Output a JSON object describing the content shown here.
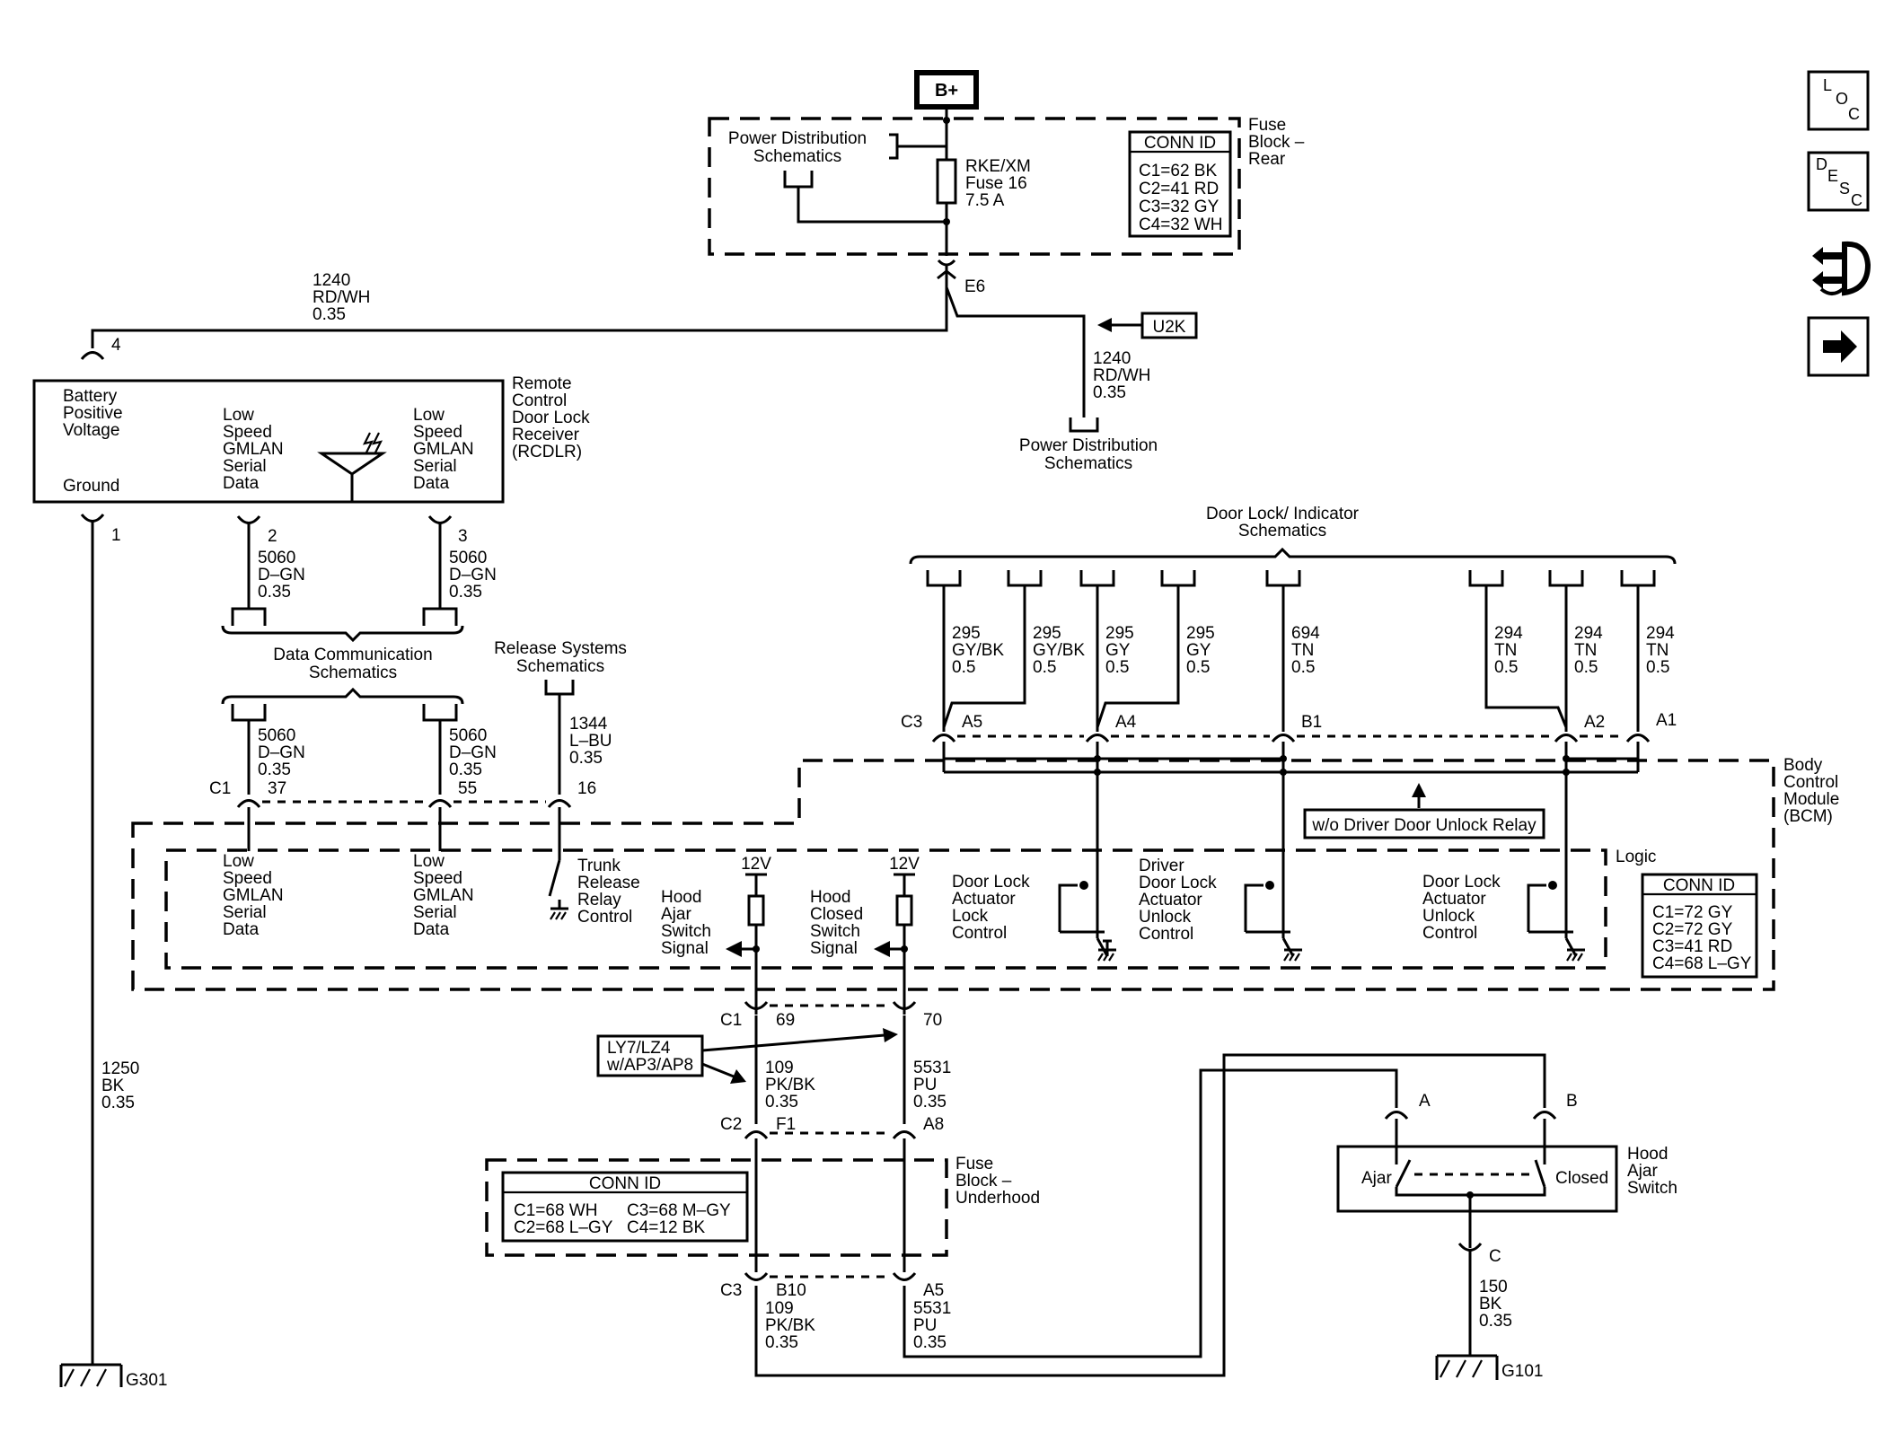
{
  "power_source": "B+",
  "fuse_block_rear": {
    "title": [
      "Fuse",
      "Block –",
      "Rear"
    ],
    "power_dist_ref": [
      "Power Distribution",
      "Schematics"
    ],
    "fuse": [
      "RKE/XM",
      "Fuse 16",
      "7.5 A"
    ],
    "conn_id": {
      "title": "CONN ID",
      "rows": [
        "C1=62 BK",
        "C2=41 RD",
        "C3=32 GY",
        "C4=32 WH"
      ]
    },
    "connector": "E6"
  },
  "wire_1240_left": {
    "circuit": "1240",
    "color": "RD/WH",
    "size": "0.35"
  },
  "wire_1240_right": {
    "circuit": "1240",
    "color": "RD/WH",
    "size": "0.35"
  },
  "option_u2k": "U2K",
  "power_dist_ref_2": [
    "Power Distribution",
    "Schematics"
  ],
  "rcdlr": {
    "title": [
      "Remote",
      "Control",
      "Door Lock",
      "Receiver",
      "(RCDLR)"
    ],
    "battery": [
      "Battery",
      "Positive",
      "Voltage"
    ],
    "ground": "Ground",
    "gmlan_1": [
      "Low",
      "Speed",
      "GMLAN",
      "Serial",
      "Data"
    ],
    "gmlan_2": [
      "Low",
      "Speed",
      "GMLAN",
      "Serial",
      "Data"
    ],
    "pins": {
      "batt": "4",
      "gnd": "1",
      "data1": "2",
      "data2": "3"
    }
  },
  "wire_5060_top_1": {
    "circuit": "5060",
    "color": "D–GN",
    "size": "0.35"
  },
  "wire_5060_top_2": {
    "circuit": "5060",
    "color": "D–GN",
    "size": "0.35"
  },
  "data_comm_ref": [
    "Data Communication",
    "Schematics"
  ],
  "release_sys_ref": [
    "Release Systems",
    "Schematics"
  ],
  "wire_5060_bot_1": {
    "circuit": "5060",
    "color": "D–GN",
    "size": "0.35",
    "pin": "37"
  },
  "wire_5060_bot_2": {
    "circuit": "5060",
    "color": "D–GN",
    "size": "0.35",
    "pin": "55"
  },
  "wire_1344": {
    "circuit": "1344",
    "color": "L–BU",
    "size": "0.35",
    "pin": "16"
  },
  "wire_1250": {
    "circuit": "1250",
    "color": "BK",
    "size": "0.35"
  },
  "ground_g301": "G301",
  "door_lock_ref": [
    "Door Lock/ Indicator",
    "Schematics"
  ],
  "door_wires": [
    {
      "circuit": "295",
      "color": "GY/BK",
      "size": "0.5"
    },
    {
      "circuit": "295",
      "color": "GY/BK",
      "size": "0.5"
    },
    {
      "circuit": "295",
      "color": "GY",
      "size": "0.5"
    },
    {
      "circuit": "295",
      "color": "GY",
      "size": "0.5"
    },
    {
      "circuit": "694",
      "color": "TN",
      "size": "0.5"
    },
    {
      "circuit": "294",
      "color": "TN",
      "size": "0.5"
    },
    {
      "circuit": "294",
      "color": "TN",
      "size": "0.5"
    },
    {
      "circuit": "294",
      "color": "TN",
      "size": "0.5"
    }
  ],
  "bcm_pins": {
    "c3": "C3",
    "a5": "A5",
    "a4": "A4",
    "b1": "B1",
    "a2": "A2",
    "a1": "A1"
  },
  "bcm": {
    "title": [
      "Body",
      "Control",
      "Module",
      "(BCM)"
    ],
    "logic": "Logic",
    "option_note": "w/o Driver Door Unlock Relay",
    "conn_id": {
      "title": "CONN ID",
      "rows": [
        "C1=72 GY",
        "C2=72 GY",
        "C3=41 RD",
        "C4=68 L–GY"
      ]
    },
    "gmlan_1": [
      "Low",
      "Speed",
      "GMLAN",
      "Serial",
      "Data"
    ],
    "gmlan_2": [
      "Low",
      "Speed",
      "GMLAN",
      "Serial",
      "Data"
    ],
    "trunk": [
      "Trunk",
      "Release",
      "Relay",
      "Control"
    ],
    "hood_ajar": [
      "Hood",
      "Ajar",
      "Switch",
      "Signal"
    ],
    "hood_closed": [
      "Hood",
      "Closed",
      "Switch",
      "Signal"
    ],
    "v12": "12V",
    "lock_ctrl": [
      "Door Lock",
      "Actuator",
      "Lock",
      "Control"
    ],
    "driver_unlock": [
      "Driver",
      "Door Lock",
      "Actuator",
      "Unlock",
      "Control"
    ],
    "unlock_ctrl": [
      "Door Lock",
      "Actuator",
      "Unlock",
      "Control"
    ],
    "c1": "C1"
  },
  "hood_pins": {
    "c1": "C1",
    "p69": "69",
    "p70": "70",
    "c2": "C2",
    "f1": "F1",
    "a8": "A8",
    "c3": "C3",
    "b10": "B10",
    "a5": "A5"
  },
  "option_ly7": [
    "LY7/LZ4",
    "w/AP3/AP8"
  ],
  "wire_109_a": {
    "circuit": "109",
    "color": "PK/BK",
    "size": "0.35"
  },
  "wire_5531_a": {
    "circuit": "5531",
    "color": "PU",
    "size": "0.35"
  },
  "wire_109_b": {
    "circuit": "109",
    "color": "PK/BK",
    "size": "0.35"
  },
  "wire_5531_b": {
    "circuit": "5531",
    "color": "PU",
    "size": "0.35"
  },
  "fuse_block_underhood": {
    "title": [
      "Fuse",
      "Block –",
      "Underhood"
    ],
    "conn_id": {
      "title": "CONN ID",
      "rows": [
        "C1=68 WH",
        "C3=68 M–GY",
        "C2=68 L–GY",
        "C4=12 BK"
      ]
    }
  },
  "hood_switch": {
    "title": [
      "Hood",
      "Ajar",
      "Switch"
    ],
    "ajar": "Ajar",
    "closed": "Closed",
    "pins": {
      "a": "A",
      "b": "B",
      "c": "C"
    }
  },
  "wire_150": {
    "circuit": "150",
    "color": "BK",
    "size": "0.35"
  },
  "ground_g101": "G101",
  "nav": {
    "loc": [
      "L",
      "O",
      "C"
    ],
    "desc": [
      "D",
      "E",
      "S",
      "C"
    ],
    "icons": [
      "loc-icon",
      "desc-icon",
      "connector-pinout-icon",
      "next-page-icon"
    ]
  }
}
